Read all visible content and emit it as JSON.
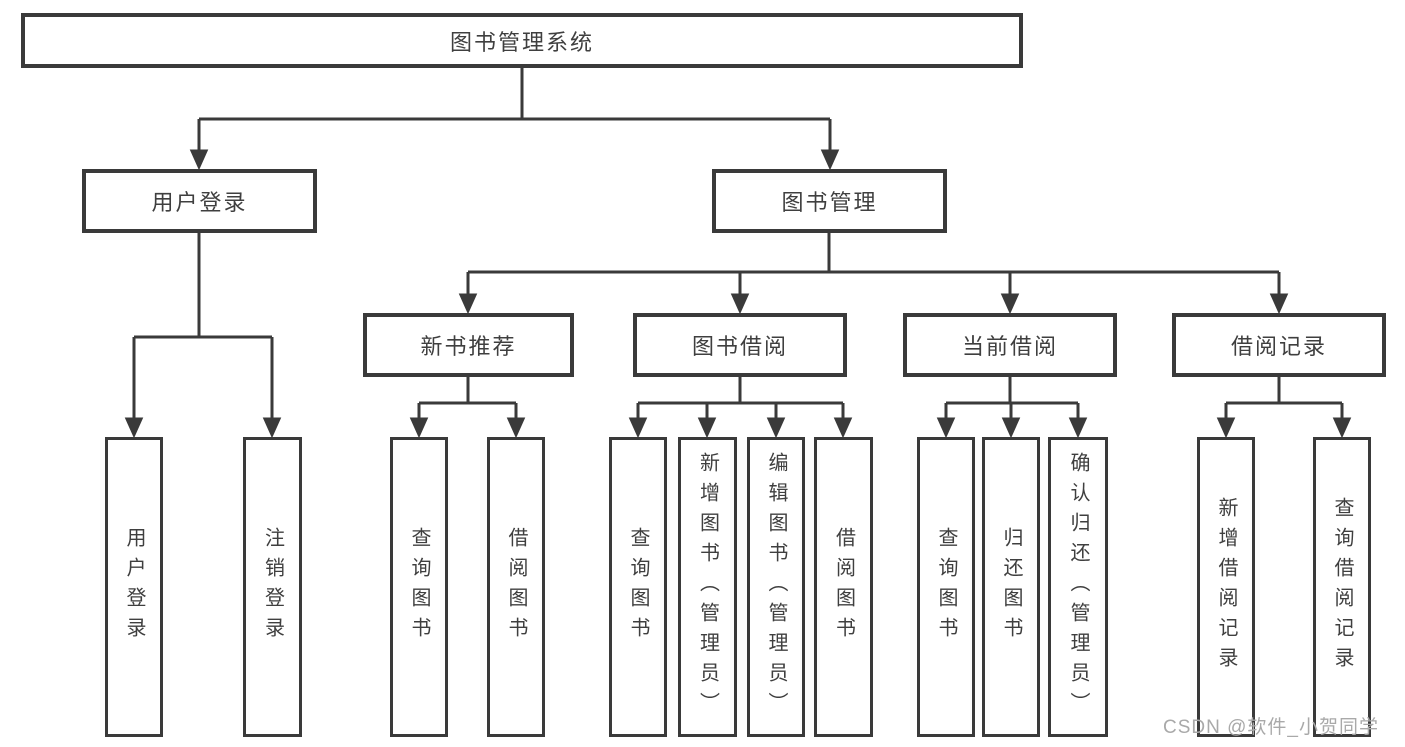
{
  "diagram": {
    "root": {
      "label": "图书管理系统"
    },
    "branches": [
      {
        "label": "用户登录",
        "children": [
          {
            "label": "用户登录"
          },
          {
            "label": "注销登录"
          }
        ]
      },
      {
        "label": "图书管理",
        "groups": [
          {
            "label": "新书推荐",
            "children": [
              {
                "label": "查询图书"
              },
              {
                "label": "借阅图书"
              }
            ]
          },
          {
            "label": "图书借阅",
            "children": [
              {
                "label": "查询图书"
              },
              {
                "label": "新增图书（管理员）"
              },
              {
                "label": "编辑图书（管理员）"
              },
              {
                "label": "借阅图书"
              }
            ]
          },
          {
            "label": "当前借阅",
            "children": [
              {
                "label": "查询图书"
              },
              {
                "label": "归还图书"
              },
              {
                "label": "确认归还（管理员）"
              }
            ]
          },
          {
            "label": "借阅记录",
            "children": [
              {
                "label": "新增借阅记录"
              },
              {
                "label": "查询借阅记录"
              }
            ]
          }
        ]
      }
    ],
    "watermark": "CSDN @软件_小贺同学",
    "colors": {
      "line": "#3a3a3a",
      "text": "#3f3f3f",
      "background": "#ffffff",
      "watermark": "#a9a9a9"
    }
  }
}
